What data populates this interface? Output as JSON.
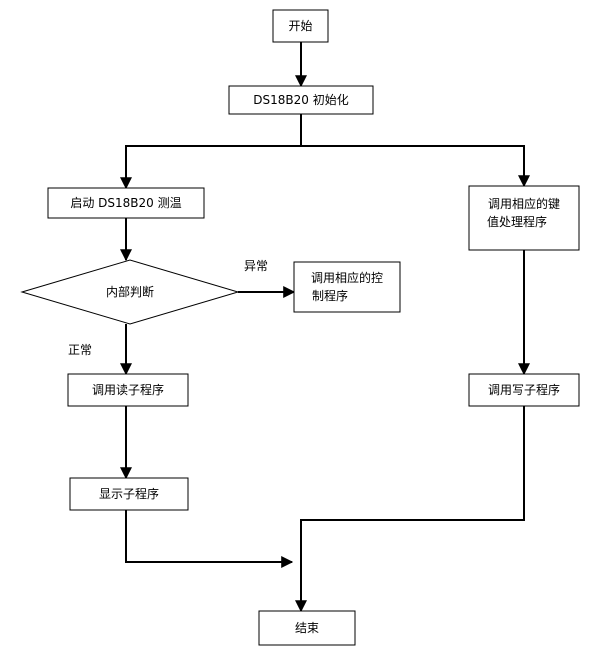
{
  "nodes": {
    "start": {
      "label": "开始"
    },
    "init": {
      "label": "DS18B20 初始化"
    },
    "measure": {
      "label": "启动 DS18B20 测温"
    },
    "judge": {
      "label": "内部判断"
    },
    "control": {
      "line1": "调用相应的控",
      "line2": "制程序"
    },
    "keyproc": {
      "line1": "调用相应的键",
      "line2": "值处理程序"
    },
    "read": {
      "label": "调用读子程序"
    },
    "write": {
      "label": "调用写子程序"
    },
    "display": {
      "label": "显示子程序"
    },
    "end": {
      "label": "结束"
    }
  },
  "edge_labels": {
    "abnormal": "异常",
    "normal": "正常"
  }
}
